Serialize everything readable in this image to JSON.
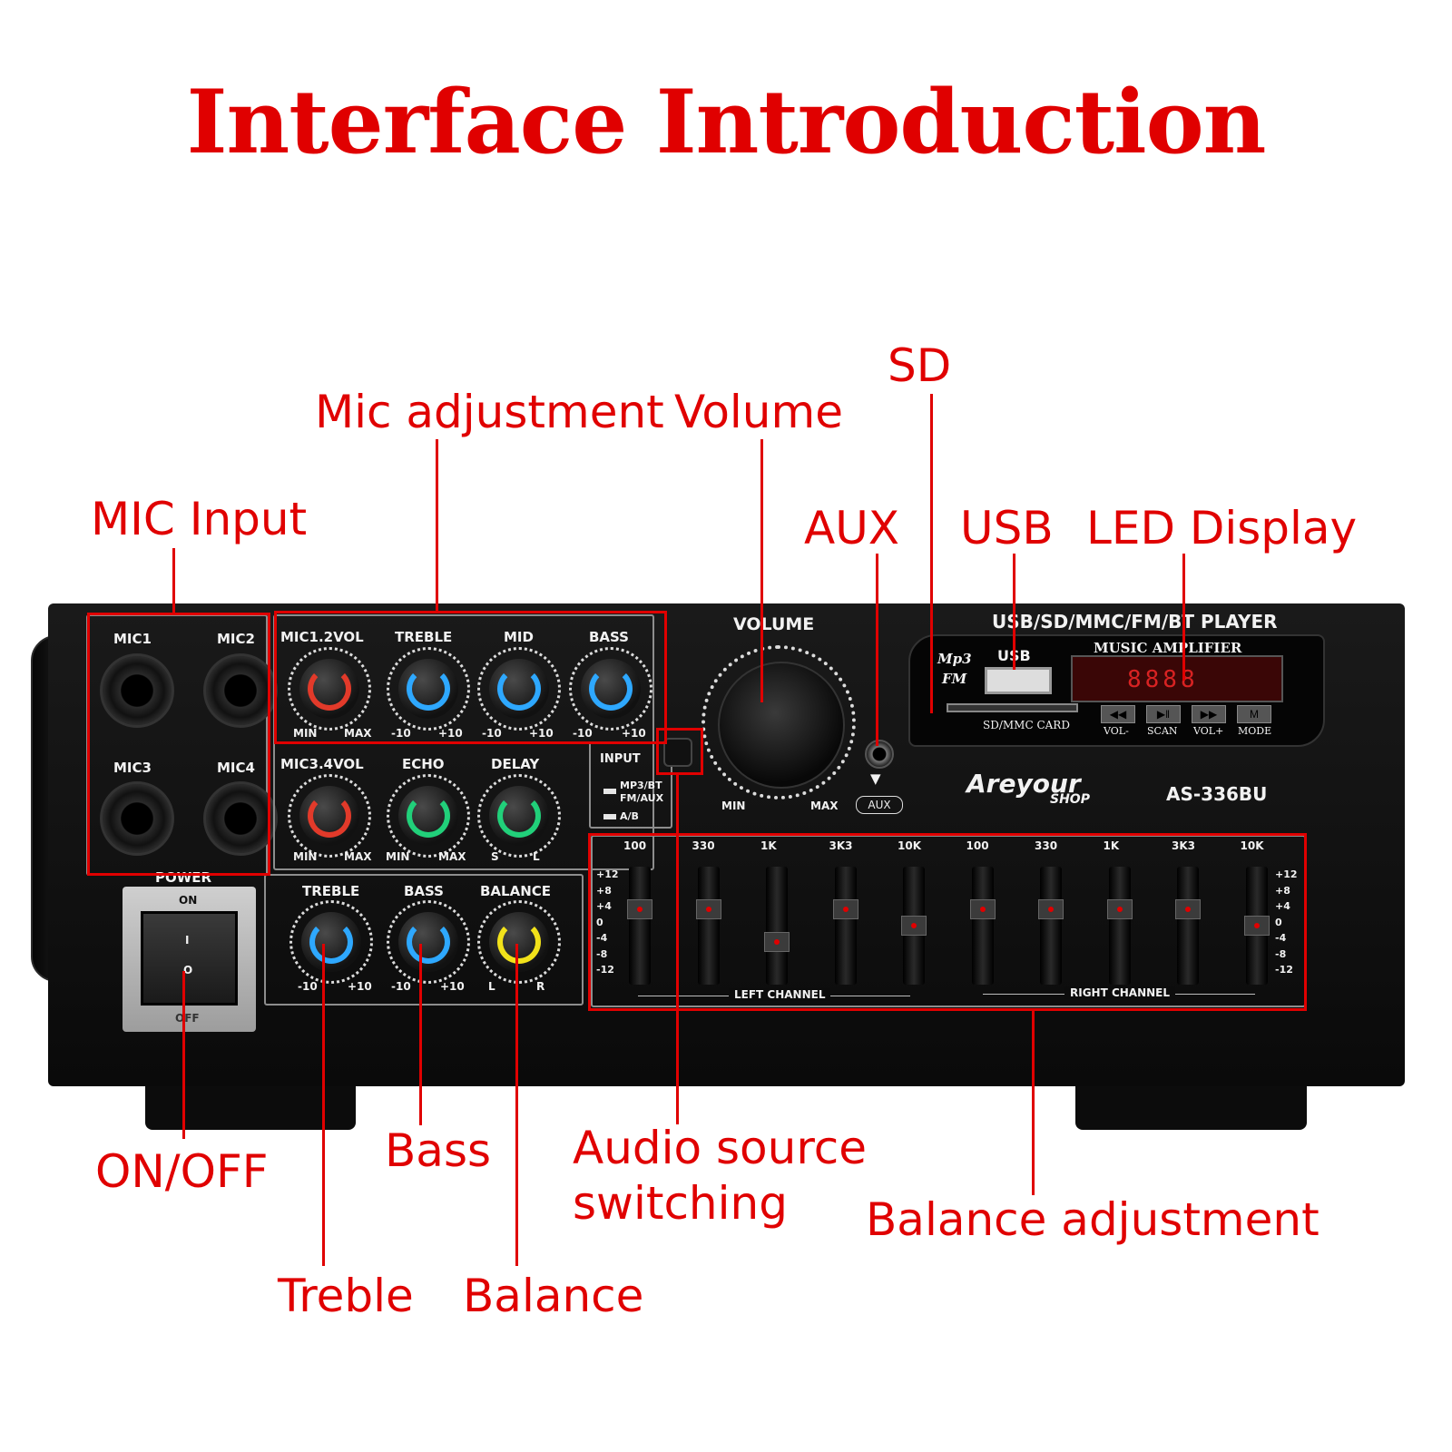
{
  "title": "Interface Introduction",
  "callouts": {
    "sd": "SD",
    "mic_adjustment": "Mic adjustment",
    "volume": "Volume",
    "mic_input": "MIC Input",
    "aux": "AUX",
    "usb": "USB",
    "led_display": "LED Display",
    "on_off": "ON/OFF",
    "bass": "Bass",
    "audio_source_line1": "Audio source",
    "audio_source_line2": "switching",
    "balance_adjustment": "Balance adjustment",
    "treble": "Treble",
    "balance": "Balance"
  },
  "device": {
    "player_title": "USB/SD/MMC/FM/BT PLAYER",
    "mic_inputs": [
      "MIC1",
      "MIC2",
      "MIC3",
      "MIC4"
    ],
    "top_knobs": [
      {
        "label": "MIC1.2VOL",
        "min": "MIN",
        "max": "MAX",
        "color": "#e23a2a"
      },
      {
        "label": "TREBLE",
        "min": "-10",
        "max": "+10",
        "color": "#2ea8ff"
      },
      {
        "label": "MID",
        "min": "-10",
        "max": "+10",
        "color": "#2ea8ff"
      },
      {
        "label": "BASS",
        "min": "-10",
        "max": "+10",
        "color": "#2ea8ff"
      }
    ],
    "mid_knobs": [
      {
        "label": "MIC3.4VOL",
        "min": "MIN",
        "max": "MAX",
        "color": "#e23a2a"
      },
      {
        "label": "ECHO",
        "min": "MIN",
        "max": "MAX",
        "color": "#21d07a"
      },
      {
        "label": "DELAY",
        "min": "S",
        "max": "L",
        "color": "#21d07a"
      }
    ],
    "tone_knobs": [
      {
        "label": "TREBLE",
        "min": "-10",
        "max": "+10",
        "color": "#2ea8ff"
      },
      {
        "label": "BASS",
        "min": "-10",
        "max": "+10",
        "color": "#2ea8ff"
      },
      {
        "label": "BALANCE",
        "min": "L",
        "max": "R",
        "color": "#f2e21a"
      }
    ],
    "volume_label": "VOLUME",
    "volume_min": "MIN",
    "volume_max": "MAX",
    "input_label": "INPUT",
    "input_opt1_a": "MP3/BT",
    "input_opt1_b": "FM/AUX",
    "input_opt2": "A/B",
    "aux_label": "AUX",
    "power_label": "POWER",
    "power_on": "ON",
    "power_off": "OFF",
    "power_i": "I",
    "power_o": "O",
    "mp3_logo_a": "Mp3",
    "mp3_logo_b": "FM",
    "usb_label": "USB",
    "music_amplifier": "MUSIC AMPLIFIER",
    "led_text": "8888",
    "card_label": "SD/MMC CARD",
    "player_buttons": [
      "VOL-",
      "SCAN",
      "VOL+",
      "MODE"
    ],
    "brand_a": "Areyour",
    "brand_b": "SHOP",
    "model": "AS-336BU",
    "eq_freqs": [
      "100",
      "330",
      "1K",
      "3K3",
      "10K",
      "100",
      "330",
      "1K",
      "3K3",
      "10K"
    ],
    "eq_scale": [
      "+12",
      "+8",
      "+4",
      "0",
      "-4",
      "-8",
      "-12"
    ],
    "eq_levels_db": [
      4,
      4,
      -4,
      4,
      0,
      4,
      4,
      4,
      4,
      0
    ],
    "left_channel": "LEFT CHANNEL",
    "right_channel": "RIGHT CHANNEL"
  }
}
